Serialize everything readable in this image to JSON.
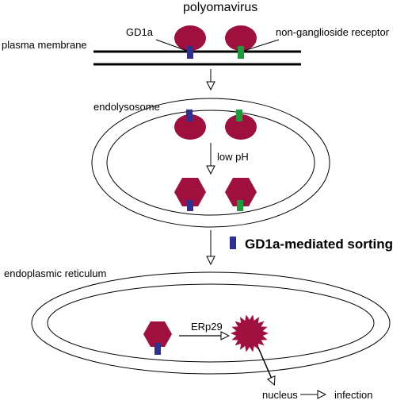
{
  "title": "polyomavirus",
  "labels": {
    "gd1a": "GD1a",
    "plasma_membrane": "plasma membrane",
    "non_ganglioside_receptor": "non-ganglioside receptor",
    "endolysosome": "endolysosome",
    "low_ph": "low pH",
    "gd1a_sorting": "GD1a-mediated sorting",
    "endoplasmic_reticulum": "endoplasmic reticulum",
    "erp29": "ERp29",
    "nucleus": "nucleus",
    "infection": "infection"
  },
  "colors": {
    "virus": "#a0103f",
    "gd1a_receptor": "#2e3192",
    "non_ganglioside_receptor": "#1a9c3a",
    "line": "#000000"
  }
}
